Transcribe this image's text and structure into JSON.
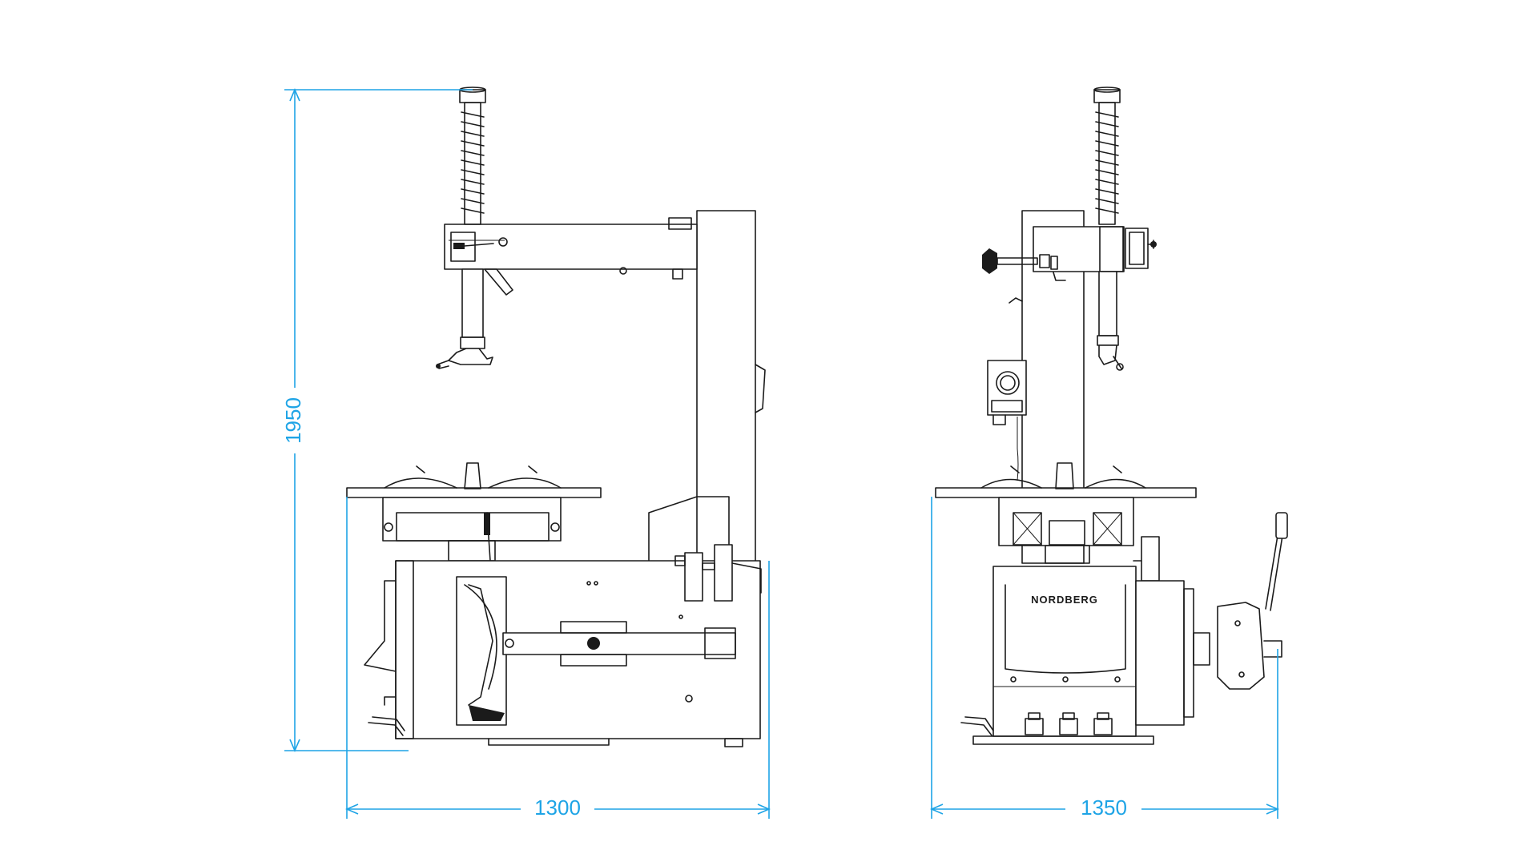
{
  "dimensions": {
    "height_label": "1950",
    "width_side_label": "1300",
    "width_front_label": "1350"
  },
  "brand": "NORDBERG",
  "colors": {
    "dimension_line": "#1ea4e6",
    "drawing_line": "#1b1b1b",
    "background": "#ffffff"
  }
}
